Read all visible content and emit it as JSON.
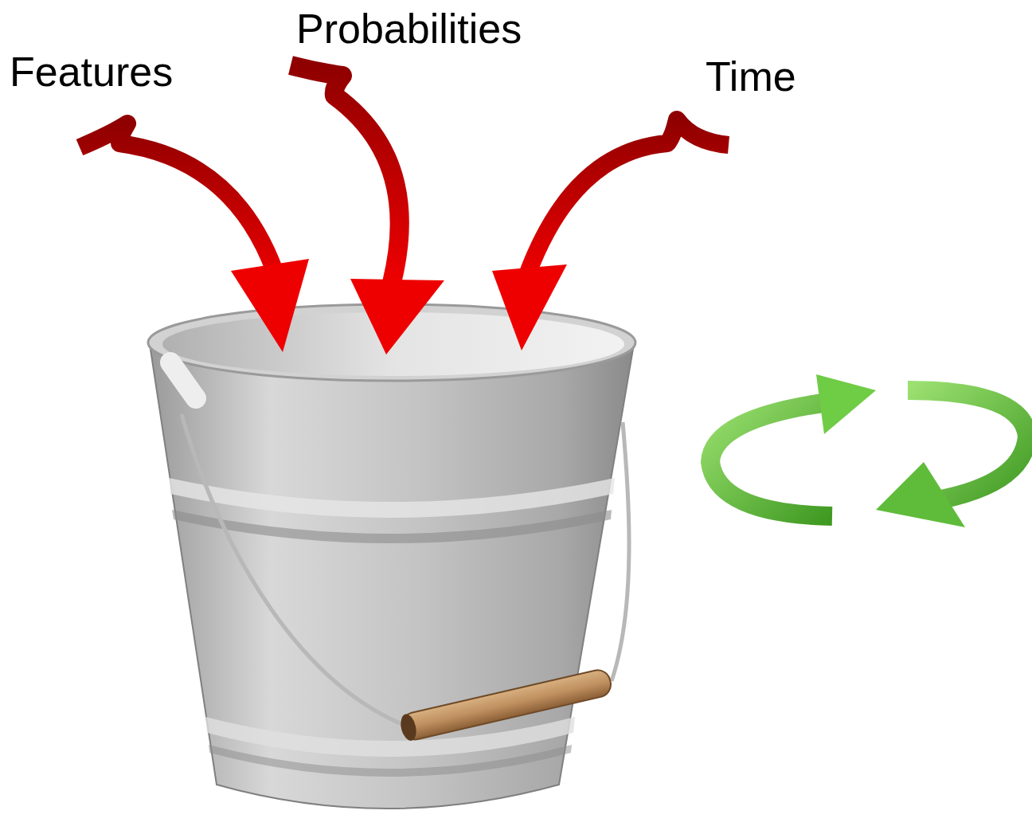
{
  "diagram": {
    "labels": [
      "Features",
      "Probabilities",
      "Time"
    ]
  }
}
